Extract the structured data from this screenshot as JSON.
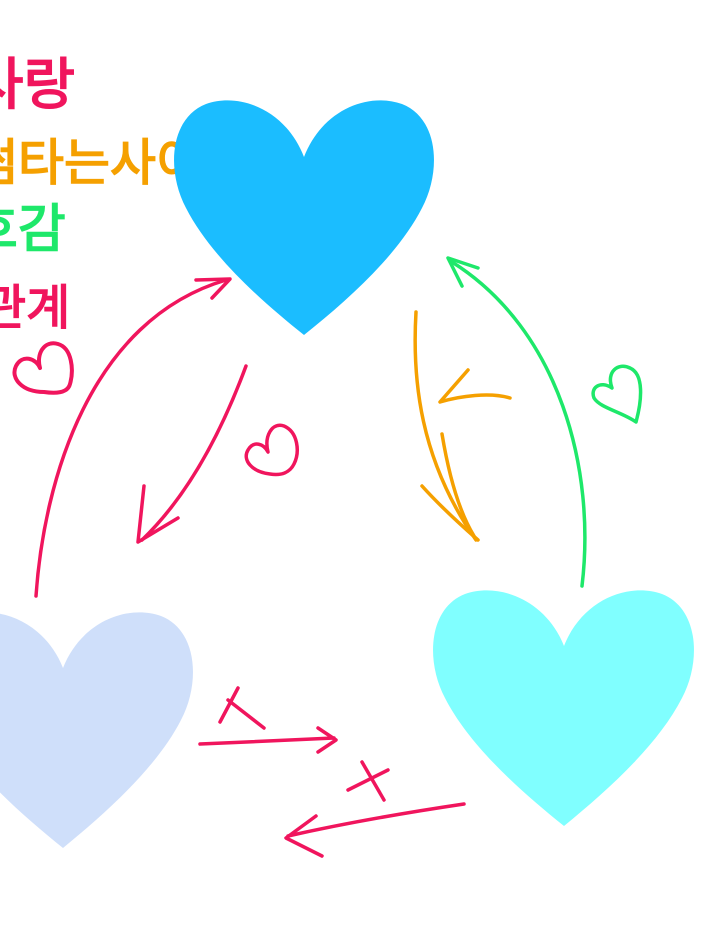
{
  "legend": [
    {
      "text": "사랑",
      "color": "#f0155d"
    },
    {
      "text": "썸타는사이",
      "color": "#f5a000"
    },
    {
      "text": "호감",
      "color": "#1ee86a"
    },
    {
      "text": "관계",
      "color": "#f0155d"
    }
  ],
  "hearts": {
    "top": {
      "color": "#1bbdff"
    },
    "left": {
      "color": "#cfdffa"
    },
    "right": {
      "color": "#80ffff"
    }
  },
  "arrows": {
    "love_color": "#f0155d",
    "some_color": "#f5a000",
    "good_color": "#1ee86a",
    "blocked_color": "#f0155d"
  }
}
